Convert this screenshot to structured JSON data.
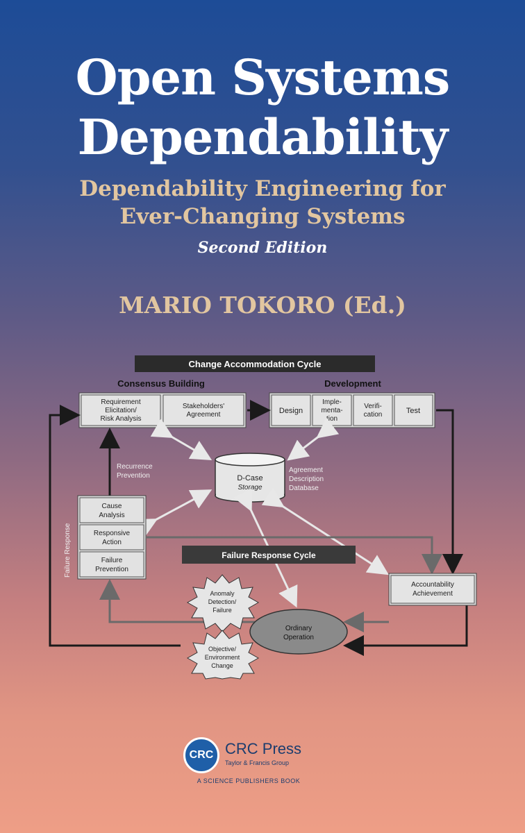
{
  "title": {
    "line1": "Open Systems",
    "line2": "Dependability"
  },
  "subtitle": {
    "line1": "Dependability Engineering for",
    "line2": "Ever-Changing Systems"
  },
  "edition": "Second Edition",
  "author": "MARIO TOKORO (Ed.)",
  "diagram": {
    "change_cycle_label": "Change Accommodation Cycle",
    "consensus_label": "Consensus Building",
    "development_label": "Development",
    "requirement_box": [
      "Requirement",
      "Elicitation/",
      "Risk Analysis"
    ],
    "stakeholders_box": [
      "Stakeholders'",
      "Agreement"
    ],
    "design_box": "Design",
    "implementation_box": [
      "Imple-",
      "menta-",
      "tion"
    ],
    "verification_box": [
      "Verifi-",
      "cation"
    ],
    "test_box": "Test",
    "recurrence_label": [
      "Recurrence",
      "Prevention"
    ],
    "dcase_label": [
      "D-Case",
      "Storage"
    ],
    "agreement_db_label": [
      "Agreement",
      "Description",
      "Database"
    ],
    "cause_analysis_box": [
      "Cause",
      "Analysis"
    ],
    "responsive_action_box": [
      "Responsive",
      "Action"
    ],
    "failure_prevention_box": [
      "Failure",
      "Prevention"
    ],
    "failure_response_side": "Failure Response",
    "failure_cycle_label": "Failure Response Cycle",
    "accountability_box": [
      "Accountability",
      "Achievement"
    ],
    "anomaly_label": [
      "Anomaly",
      "Detection/",
      "Failure"
    ],
    "ordinary_label": [
      "Ordinary",
      "Operation"
    ],
    "objective_label": [
      "Objective/",
      "Environment",
      "Change"
    ]
  },
  "publisher": {
    "logo_text": "CRC",
    "name": "CRC Press",
    "tagline": "Taylor & Francis Group",
    "line": "A SCIENCE PUBLISHERS BOOK"
  },
  "colors": {
    "title": "#ffffff",
    "subtitle": "#e2c6a0",
    "diagram_box": "#d8d8d8",
    "diagram_dark": "#2a2a2a",
    "publisher_blue": "#1c3d6e"
  }
}
